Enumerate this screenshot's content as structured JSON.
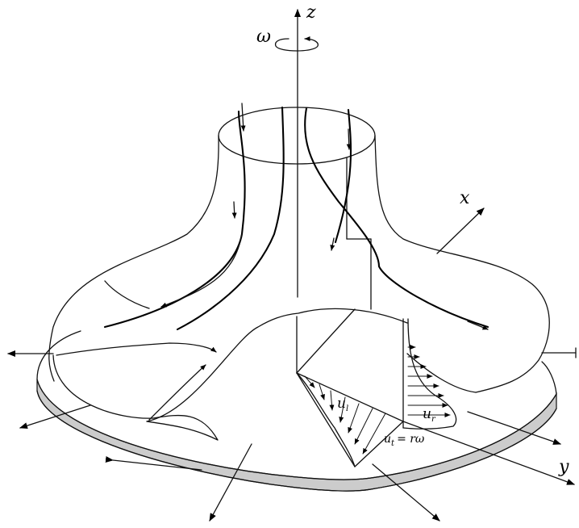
{
  "labels": {
    "z": "z",
    "x": "x",
    "y": "y",
    "omega": "ω",
    "ut_main": "u",
    "ut_sub": "t",
    "ut_eq": "= rω",
    "ul_main": "u",
    "ul_sub": "l",
    "ur_main": "u",
    "ur_sub": "r"
  },
  "colors": {
    "line": "#111111",
    "disk_edge": "#cccccc",
    "background": "#ffffff"
  }
}
